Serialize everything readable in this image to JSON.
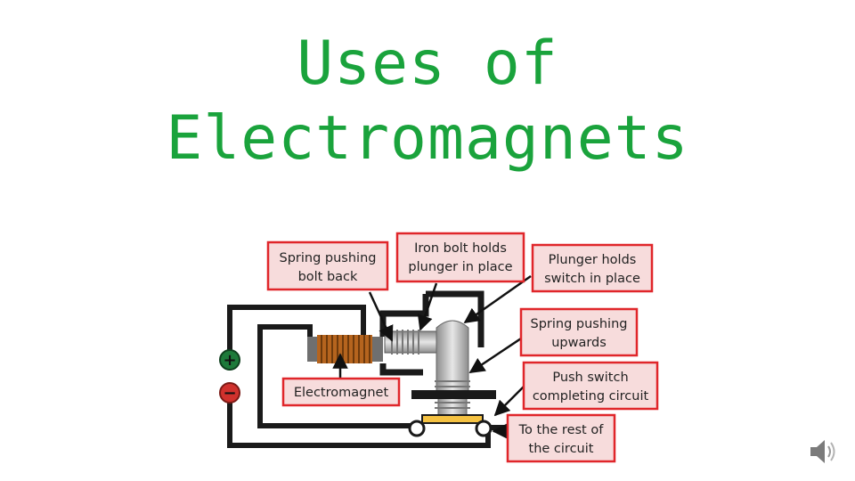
{
  "title": {
    "line1": "Uses of",
    "line2": "Electromagnets"
  },
  "diagram": {
    "labels": {
      "spring_bolt": [
        "Spring pushing",
        "bolt back"
      ],
      "iron_bolt": [
        "Iron bolt holds",
        "plunger in place"
      ],
      "plunger": [
        "Plunger holds",
        "switch in place"
      ],
      "spring_up": [
        "Spring pushing",
        "upwards"
      ],
      "push_switch": [
        "Push switch",
        "completing circuit"
      ],
      "electromagnet": [
        "Electromagnet"
      ],
      "rest_circuit": [
        "To the rest of",
        "the circuit"
      ]
    },
    "terminals": {
      "positive": "+",
      "negative": "−"
    }
  },
  "colors": {
    "title": "#1aa33c",
    "label_border": "#e0262a",
    "label_fill": "#f7dcdc",
    "wire": "#1a1a1a",
    "coil": "#b5641e",
    "terminal": "#1d7a3a",
    "terminal_neg": "#d0312d",
    "switch_contact": "#f5c242"
  },
  "icons": {
    "audio": "speaker-icon"
  }
}
